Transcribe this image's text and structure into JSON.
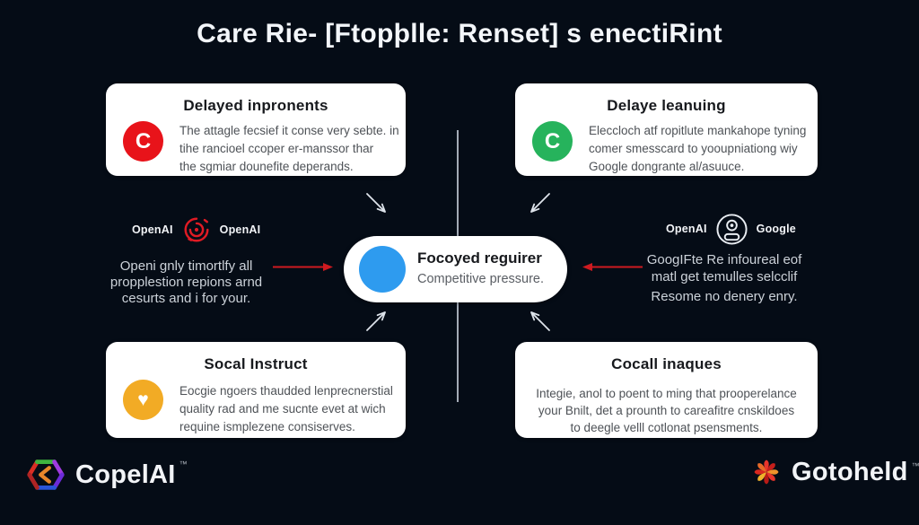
{
  "title": "Care Rie- [Ftopþlle: Renset] s enectiRint",
  "colors": {
    "background": "#050c16",
    "card": "#ffffff",
    "accent_red": "#e8131a",
    "accent_green": "#26b35c",
    "accent_yellow": "#f2ab25",
    "accent_blue": "#2e9bef",
    "arrow_red": "#ce1a20",
    "divider": "#b6bdc8"
  },
  "cards": {
    "top_left": {
      "title": "Delayed inpronents",
      "icon": "c-badge-red",
      "icon_glyph": "C",
      "lines": [
        "The attagle fecsief it conse very sebte. in",
        "tihe rancioel ccoper er-manssor thar",
        "the sgmiar dounefite deperands."
      ]
    },
    "top_right": {
      "title": "Delaye leanuing",
      "icon": "c-badge-green",
      "icon_glyph": "C",
      "lines": [
        "Eleccloch atf ropitlute mankahope tyning",
        "comer smesscard to yooupniationg wiy",
        "Google dongrante al/asuuce."
      ]
    },
    "bottom_left": {
      "title": "Socal Instruct",
      "icon": "heart-badge-yellow",
      "icon_glyph": "♥",
      "lines": [
        "Eocgie ngoers thaudded lenprecnerstial",
        "quality rad and me sucnte evet at wich",
        "requine ismplezene consiserves."
      ]
    },
    "bottom_right": {
      "title": "Cocall inaques",
      "lines": [
        "Integie, anol to poent to ming that prooperelance",
        "your Bnilt, det a prounth to careafitre cnskildoes",
        "to deegle velll cotlonat psensments."
      ]
    }
  },
  "center_node": {
    "icon": "blue-dot",
    "title": "Focoyed reguirer",
    "subtitle": "Competitive pressure."
  },
  "left_flow": {
    "label_a": "OpenAI",
    "icon": "red-swirl",
    "label_b": "OpenAI",
    "lines": [
      "Openi gnly timortlfy all",
      "propplestion repions arnd",
      "cesurts and i for your."
    ]
  },
  "right_flow": {
    "label_a": "OpenAI",
    "icon": "webcam",
    "label_b": "Google",
    "lines": [
      "GoogIFte Re infoureal eof",
      "matl get temulles selcclif",
      "Resome no denery enry."
    ]
  },
  "footer": {
    "left_brand": {
      "name": "CopelAI",
      "mark": "™"
    },
    "right_brand": {
      "name": "Gotoheld",
      "mark": "™"
    }
  }
}
